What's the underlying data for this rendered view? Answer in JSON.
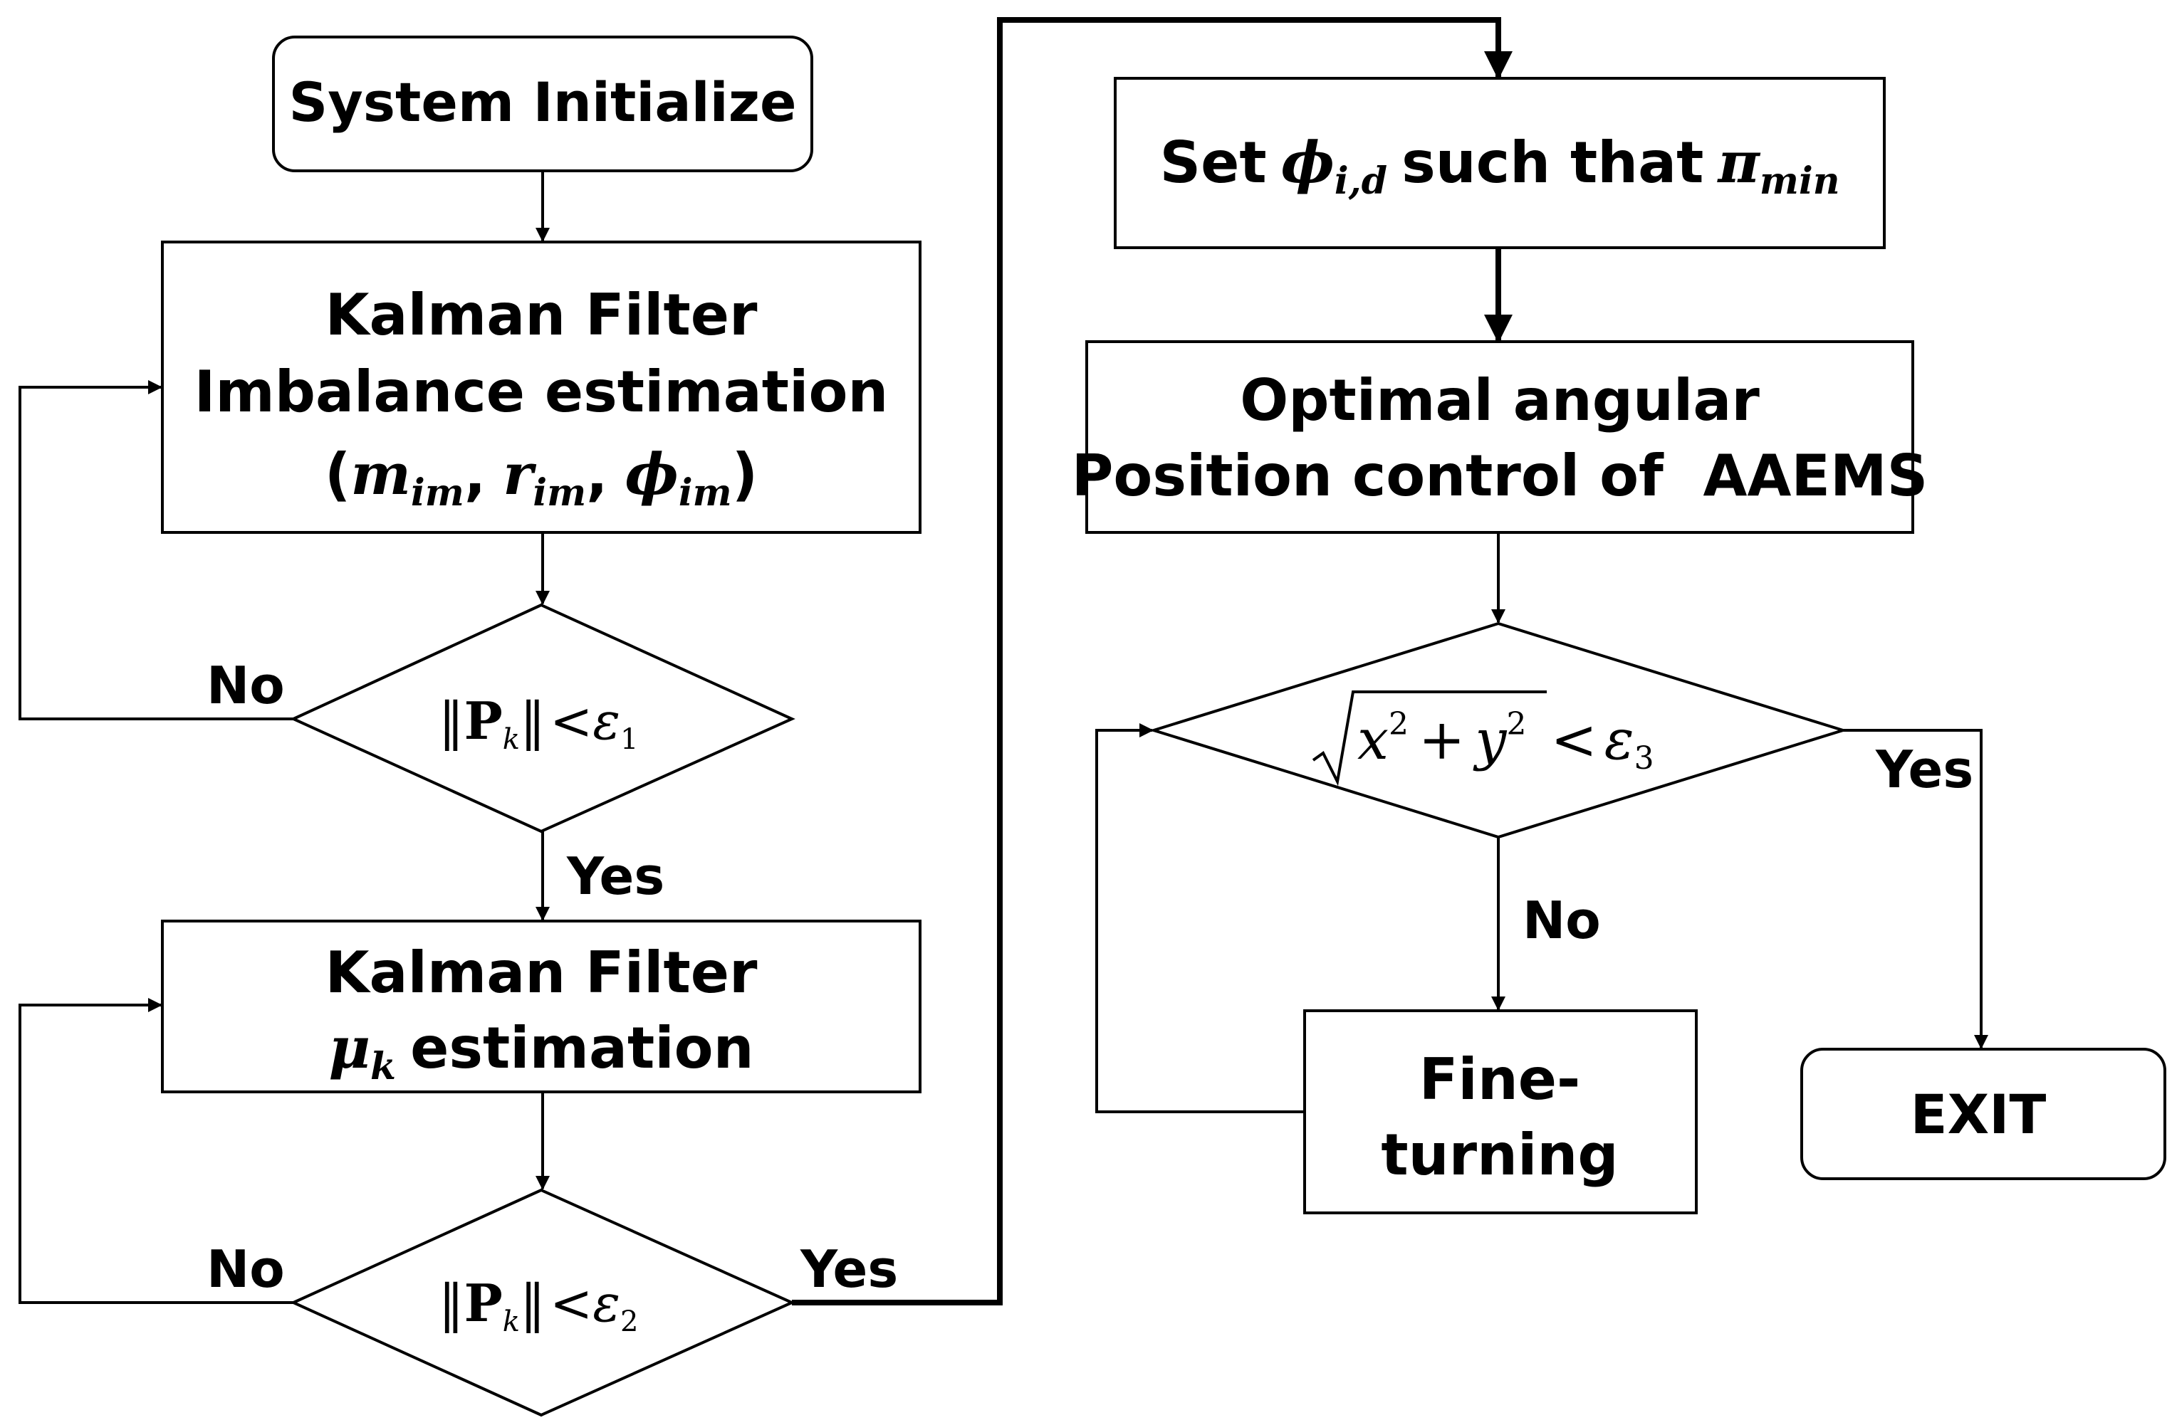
{
  "nodes": {
    "system_initialize": {
      "label": "System Initialize"
    },
    "kalman_imbalance": {
      "line1": "Kalman Filter",
      "line2": "Imbalance estimation",
      "line3_open": "(",
      "m": "m",
      "m_sub": "im",
      "r": "r",
      "r_sub": "im",
      "phi": "ϕ",
      "phi_sub": "im",
      "sep": ",",
      "line3_close": ")"
    },
    "decision_1": {
      "norm_left": "‖",
      "P": "P",
      "P_sub": "k",
      "norm_right": "‖",
      "lt": "<",
      "eps": "ε",
      "eps_sub": "1"
    },
    "kalman_mu": {
      "line1": "Kalman Filter",
      "mu": "μ",
      "mu_sub": "k",
      "line2_rest": "estimation"
    },
    "decision_2": {
      "norm_left": "‖",
      "P": "P",
      "P_sub": "k",
      "norm_right": "‖",
      "lt": "<",
      "eps": "ε",
      "eps_sub": "2"
    },
    "set_phi": {
      "set": "Set",
      "phi": "ϕ",
      "phi_sub": "i,d",
      "mid": "such that",
      "pi": "π",
      "pi_sub": "min"
    },
    "optimal_control": {
      "line1": "Optimal angular",
      "line2": "Position control of  AAEMS"
    },
    "decision_3": {
      "x": "x",
      "x_sup": "2",
      "plus": "+",
      "y": "y",
      "y_sup": "2",
      "lt": "<",
      "eps": "ε",
      "eps_sub": "3"
    },
    "fine_turning": {
      "line1": "Fine-",
      "line2": "turning"
    },
    "exit": {
      "label": "EXIT"
    }
  },
  "edge_labels": {
    "d1_no": "No",
    "d1_yes": "Yes",
    "d2_no": "No",
    "d2_yes": "Yes",
    "d3_no": "No",
    "d3_yes": "Yes"
  },
  "colors": {
    "stroke": "#000000",
    "background": "#ffffff"
  }
}
